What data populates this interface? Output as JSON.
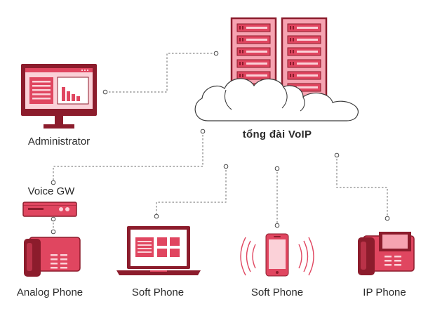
{
  "colors": {
    "dark": "#8c1c2c",
    "main": "#e04660",
    "light": "#f6a3b1",
    "pale": "#fbd1d8",
    "line": "#6b6b6b",
    "text": "#2b2b2b"
  },
  "labels": {
    "server": "tổng đài VoIP",
    "admin": "Administrator",
    "gateway": "Voice GW",
    "analog_phone": "Analog Phone",
    "soft_phone_pc": "Soft Phone",
    "soft_phone_mobile": "Soft Phone",
    "ip_phone": "IP Phone"
  }
}
